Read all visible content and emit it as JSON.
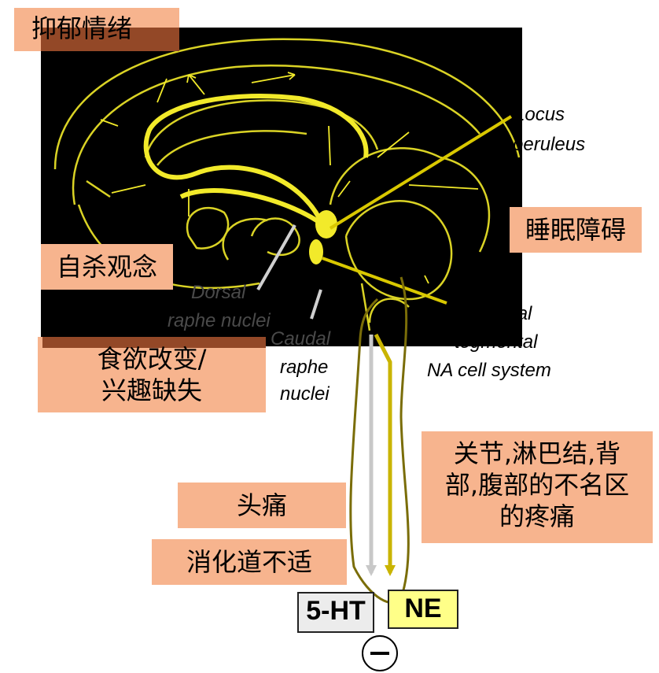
{
  "labels": {
    "depression": "抑郁情绪",
    "locus": "Locus",
    "coeruleus": "coeruleus",
    "sleep": "睡眠障碍",
    "suicide": "自杀观念",
    "dorsal": "Dorsal",
    "raphe_nuclei_1": "raphe nuclei",
    "caudal": "Caudal",
    "raphe": "raphe",
    "nuclei": "nuclei",
    "lateral": "Lateral",
    "tegmental": "tegmental",
    "na_cell_system": "NA cell system",
    "appetite_line1": "食欲改变/",
    "appetite_line2": "兴趣缺失",
    "pain_line1": "关节,淋巴结,背",
    "pain_line2": "部,腹部的不名区",
    "pain_line3": "的疼痛",
    "headache": "头痛",
    "gi": "消化道不适",
    "serotonin": "5-HT",
    "norepinephrine": "NE",
    "minus": "−"
  },
  "colors": {
    "brain_bg": "#000000",
    "pathway": "#f2ea2a",
    "ne_line": "#c9b400",
    "ht_line": "#c8c8c8",
    "olive_line": "#7a6d08",
    "box_bg": "#f7b48e",
    "box_dark": "#8a3f1e",
    "ht_box": "#ececec",
    "ne_box": "#ffff88"
  },
  "icons": {
    "minus": "minus-circle-icon"
  }
}
